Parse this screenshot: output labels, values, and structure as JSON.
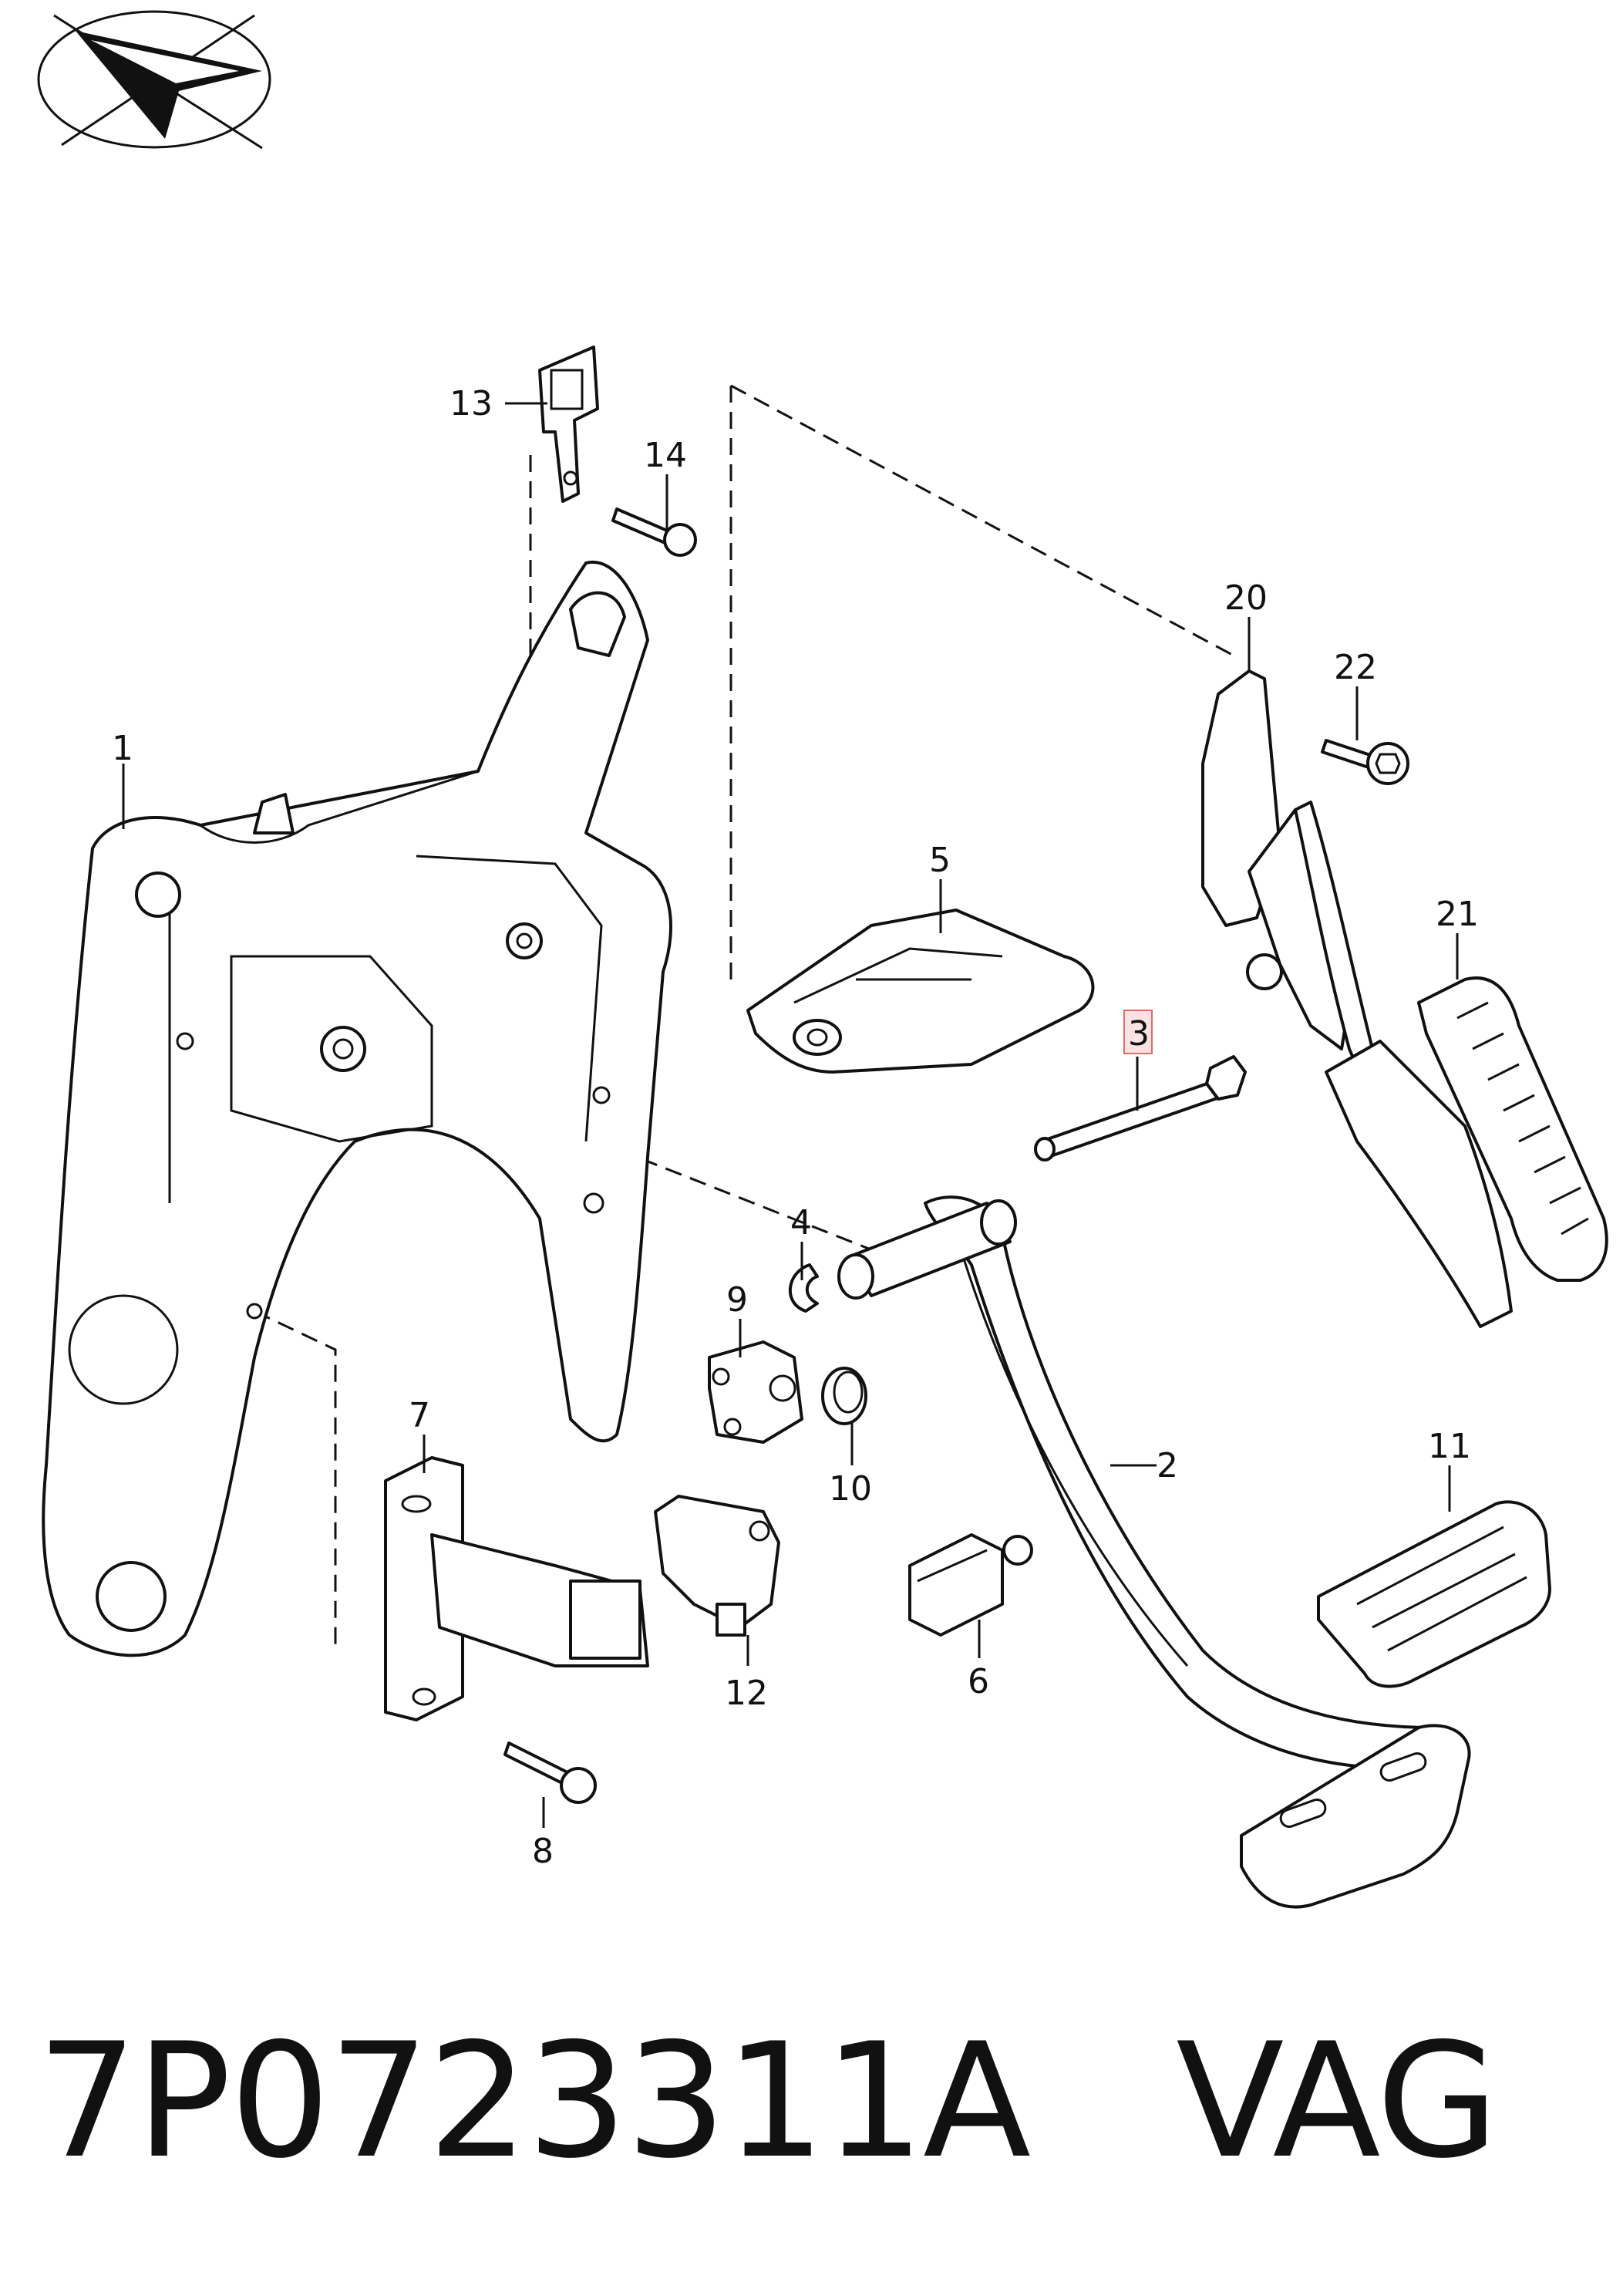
{
  "callouts": {
    "p1": "1",
    "p2": "2",
    "p3": "3",
    "p4": "4",
    "p5": "5",
    "p6": "6",
    "p7": "7",
    "p8": "8",
    "p9": "9",
    "p10": "10",
    "p11": "11",
    "p12": "12",
    "p13": "13",
    "p14": "14",
    "p20": "20",
    "p21": "21",
    "p22": "22"
  },
  "highlighted_callout": "3",
  "footer": {
    "part_number": "7P0723311A",
    "brand": "VAG"
  },
  "colors": {
    "line": "#111111",
    "highlight_box": "#e06a6a",
    "background": "#ffffff"
  }
}
